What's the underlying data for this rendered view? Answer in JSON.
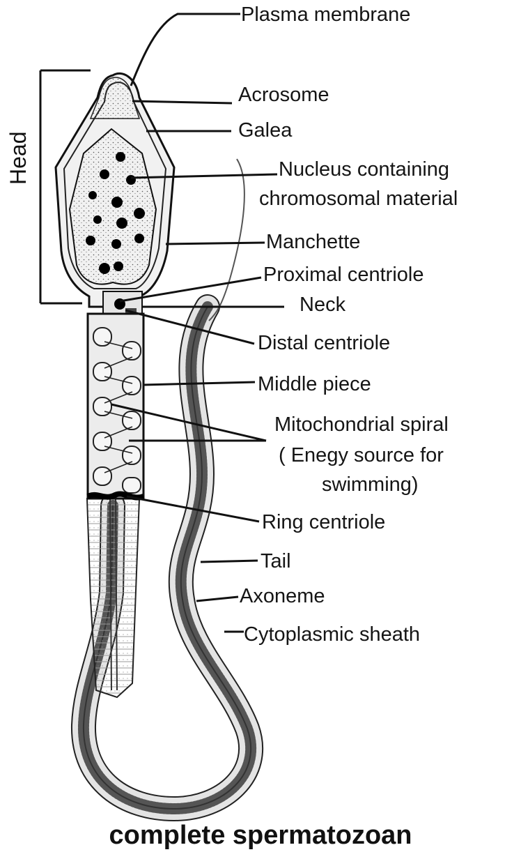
{
  "diagram": {
    "caption": "complete spermatozoan",
    "head_label": "Head",
    "labels": {
      "plasma_membrane": "Plasma membrane",
      "acrosome": "Acrosome",
      "galea": "Galea",
      "nucleus_1": "Nucleus containing",
      "nucleus_2": "chromosomal material",
      "manchette": "Manchette",
      "proximal_centriole": "Proximal centriole",
      "neck": "Neck",
      "distal_centriole": "Distal centriole",
      "middle_piece": "Middle piece",
      "mito_1": "Mitochondrial spiral",
      "mito_2": "( Enegy source for",
      "mito_3": "swimming)",
      "ring_centriole": "Ring centriole",
      "tail": "Tail",
      "axoneme": "Axoneme",
      "cytoplasmic_sheath": "Cytoplasmic sheath"
    }
  }
}
